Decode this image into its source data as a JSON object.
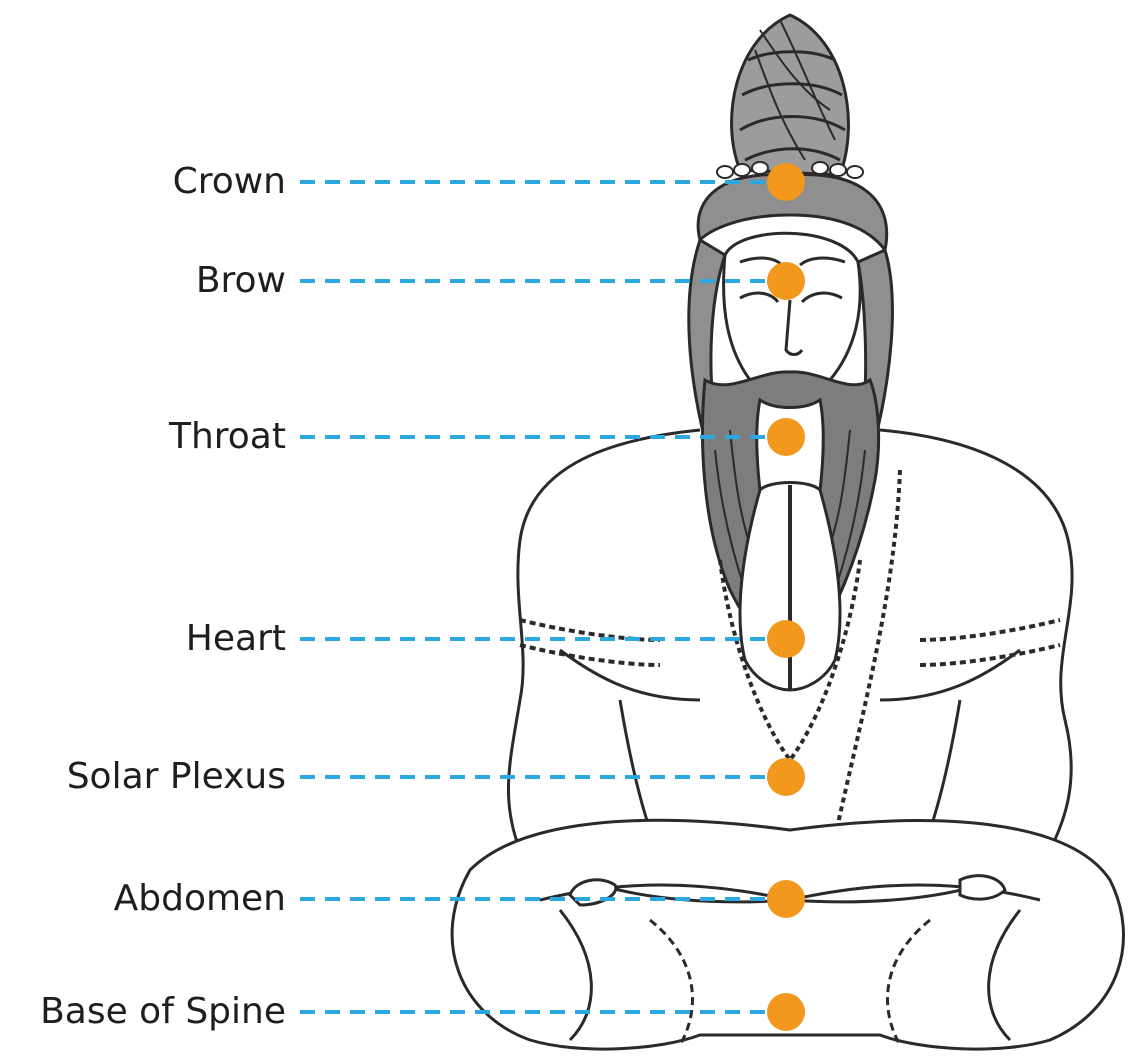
{
  "diagram": {
    "colors": {
      "leader_line": "#2ca8e0",
      "dot": "#f2981c",
      "ink": "#2a2a2a",
      "label_text": "#1e1e1e",
      "background": "#ffffff"
    },
    "figure_icon": "meditating-sage-figure",
    "chakras": [
      {
        "label": "Crown"
      },
      {
        "label": "Brow"
      },
      {
        "label": "Throat"
      },
      {
        "label": "Heart"
      },
      {
        "label": "Solar Plexus"
      },
      {
        "label": "Abdomen"
      },
      {
        "label": "Base of Spine"
      }
    ]
  }
}
